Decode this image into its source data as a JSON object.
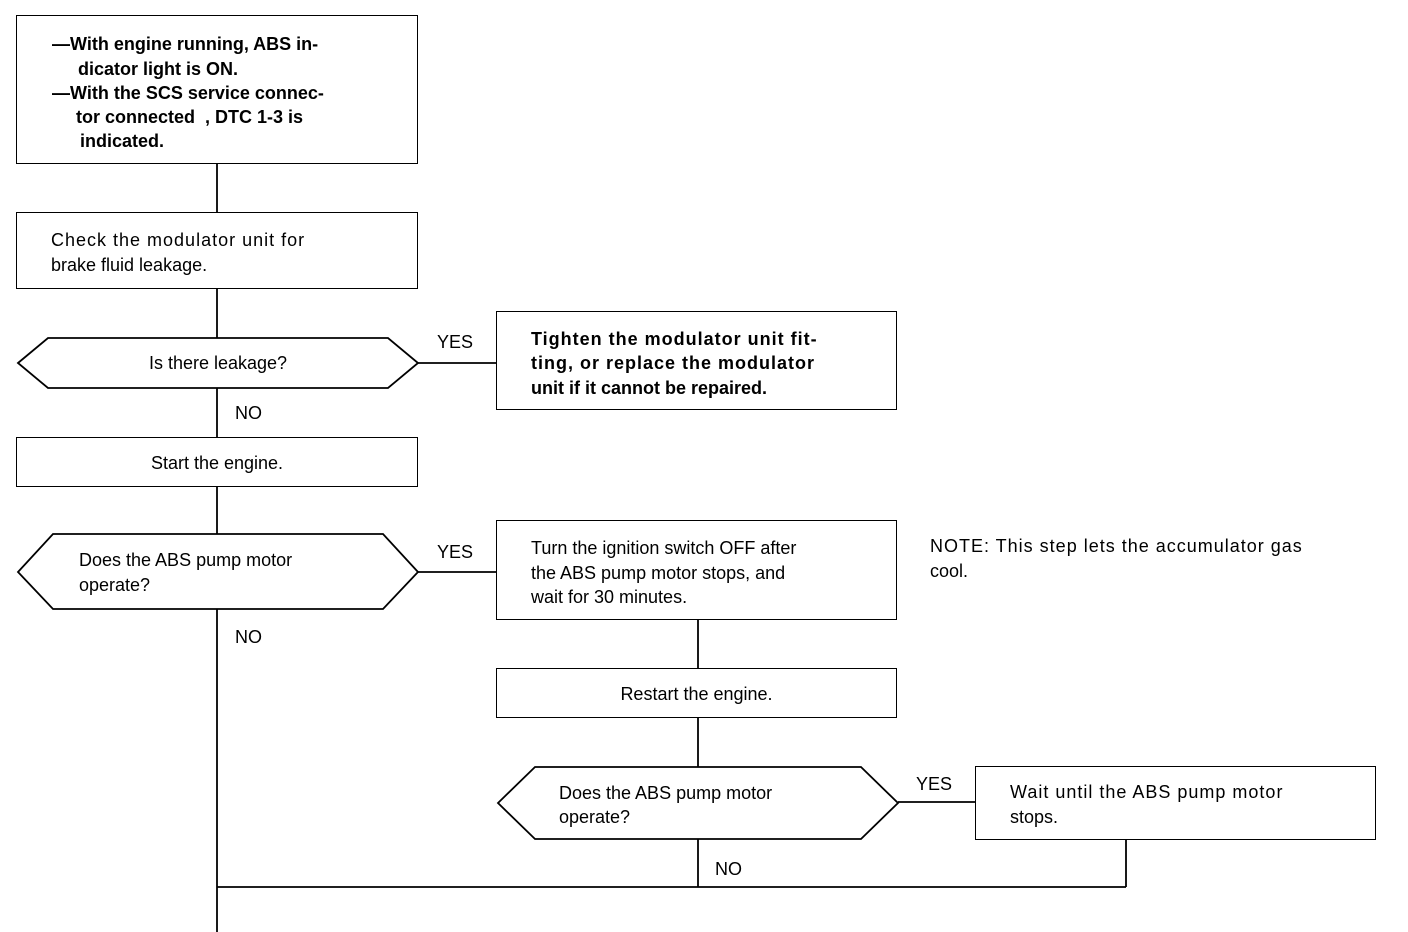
{
  "start_box": {
    "bullet1_line1": "—With engine running, ABS in-",
    "bullet1_line2": "dicator light is ON.",
    "bullet2_line1": "—With the SCS service connec-",
    "bullet2_line2": "tor connected  , DTC 1-3 is",
    "bullet2_line3": "indicated."
  },
  "check_box": {
    "line1": "Check the modulator unit for",
    "line2": "brake fluid leakage."
  },
  "decision_leakage": {
    "text": "Is there leakage?"
  },
  "tighten_box": {
    "line1": "Tighten the modulator unit fit-",
    "line2": "ting, or replace the modulator",
    "line3": "unit if it cannot be repaired."
  },
  "start_engine_box": {
    "text": "Start the engine."
  },
  "decision_pump1": {
    "line1": "Does the ABS pump motor",
    "line2": "operate?"
  },
  "turn_off_box": {
    "line1": "Turn the ignition switch OFF after",
    "line2": "the ABS pump motor stops, and",
    "line3": "wait for 30 minutes."
  },
  "note": {
    "line1": "NOTE: This step lets the accumulator gas",
    "line2": "cool."
  },
  "restart_box": {
    "text": "Restart the engine."
  },
  "decision_pump2": {
    "line1": "Does the ABS pump motor",
    "line2": "operate?"
  },
  "wait_box": {
    "line1": "Wait until the ABS pump motor",
    "line2": "stops."
  },
  "labels": {
    "yes1": "YES",
    "no1": "NO",
    "yes2": "YES",
    "no2": "NO",
    "yes3": "YES",
    "no3": "NO"
  }
}
